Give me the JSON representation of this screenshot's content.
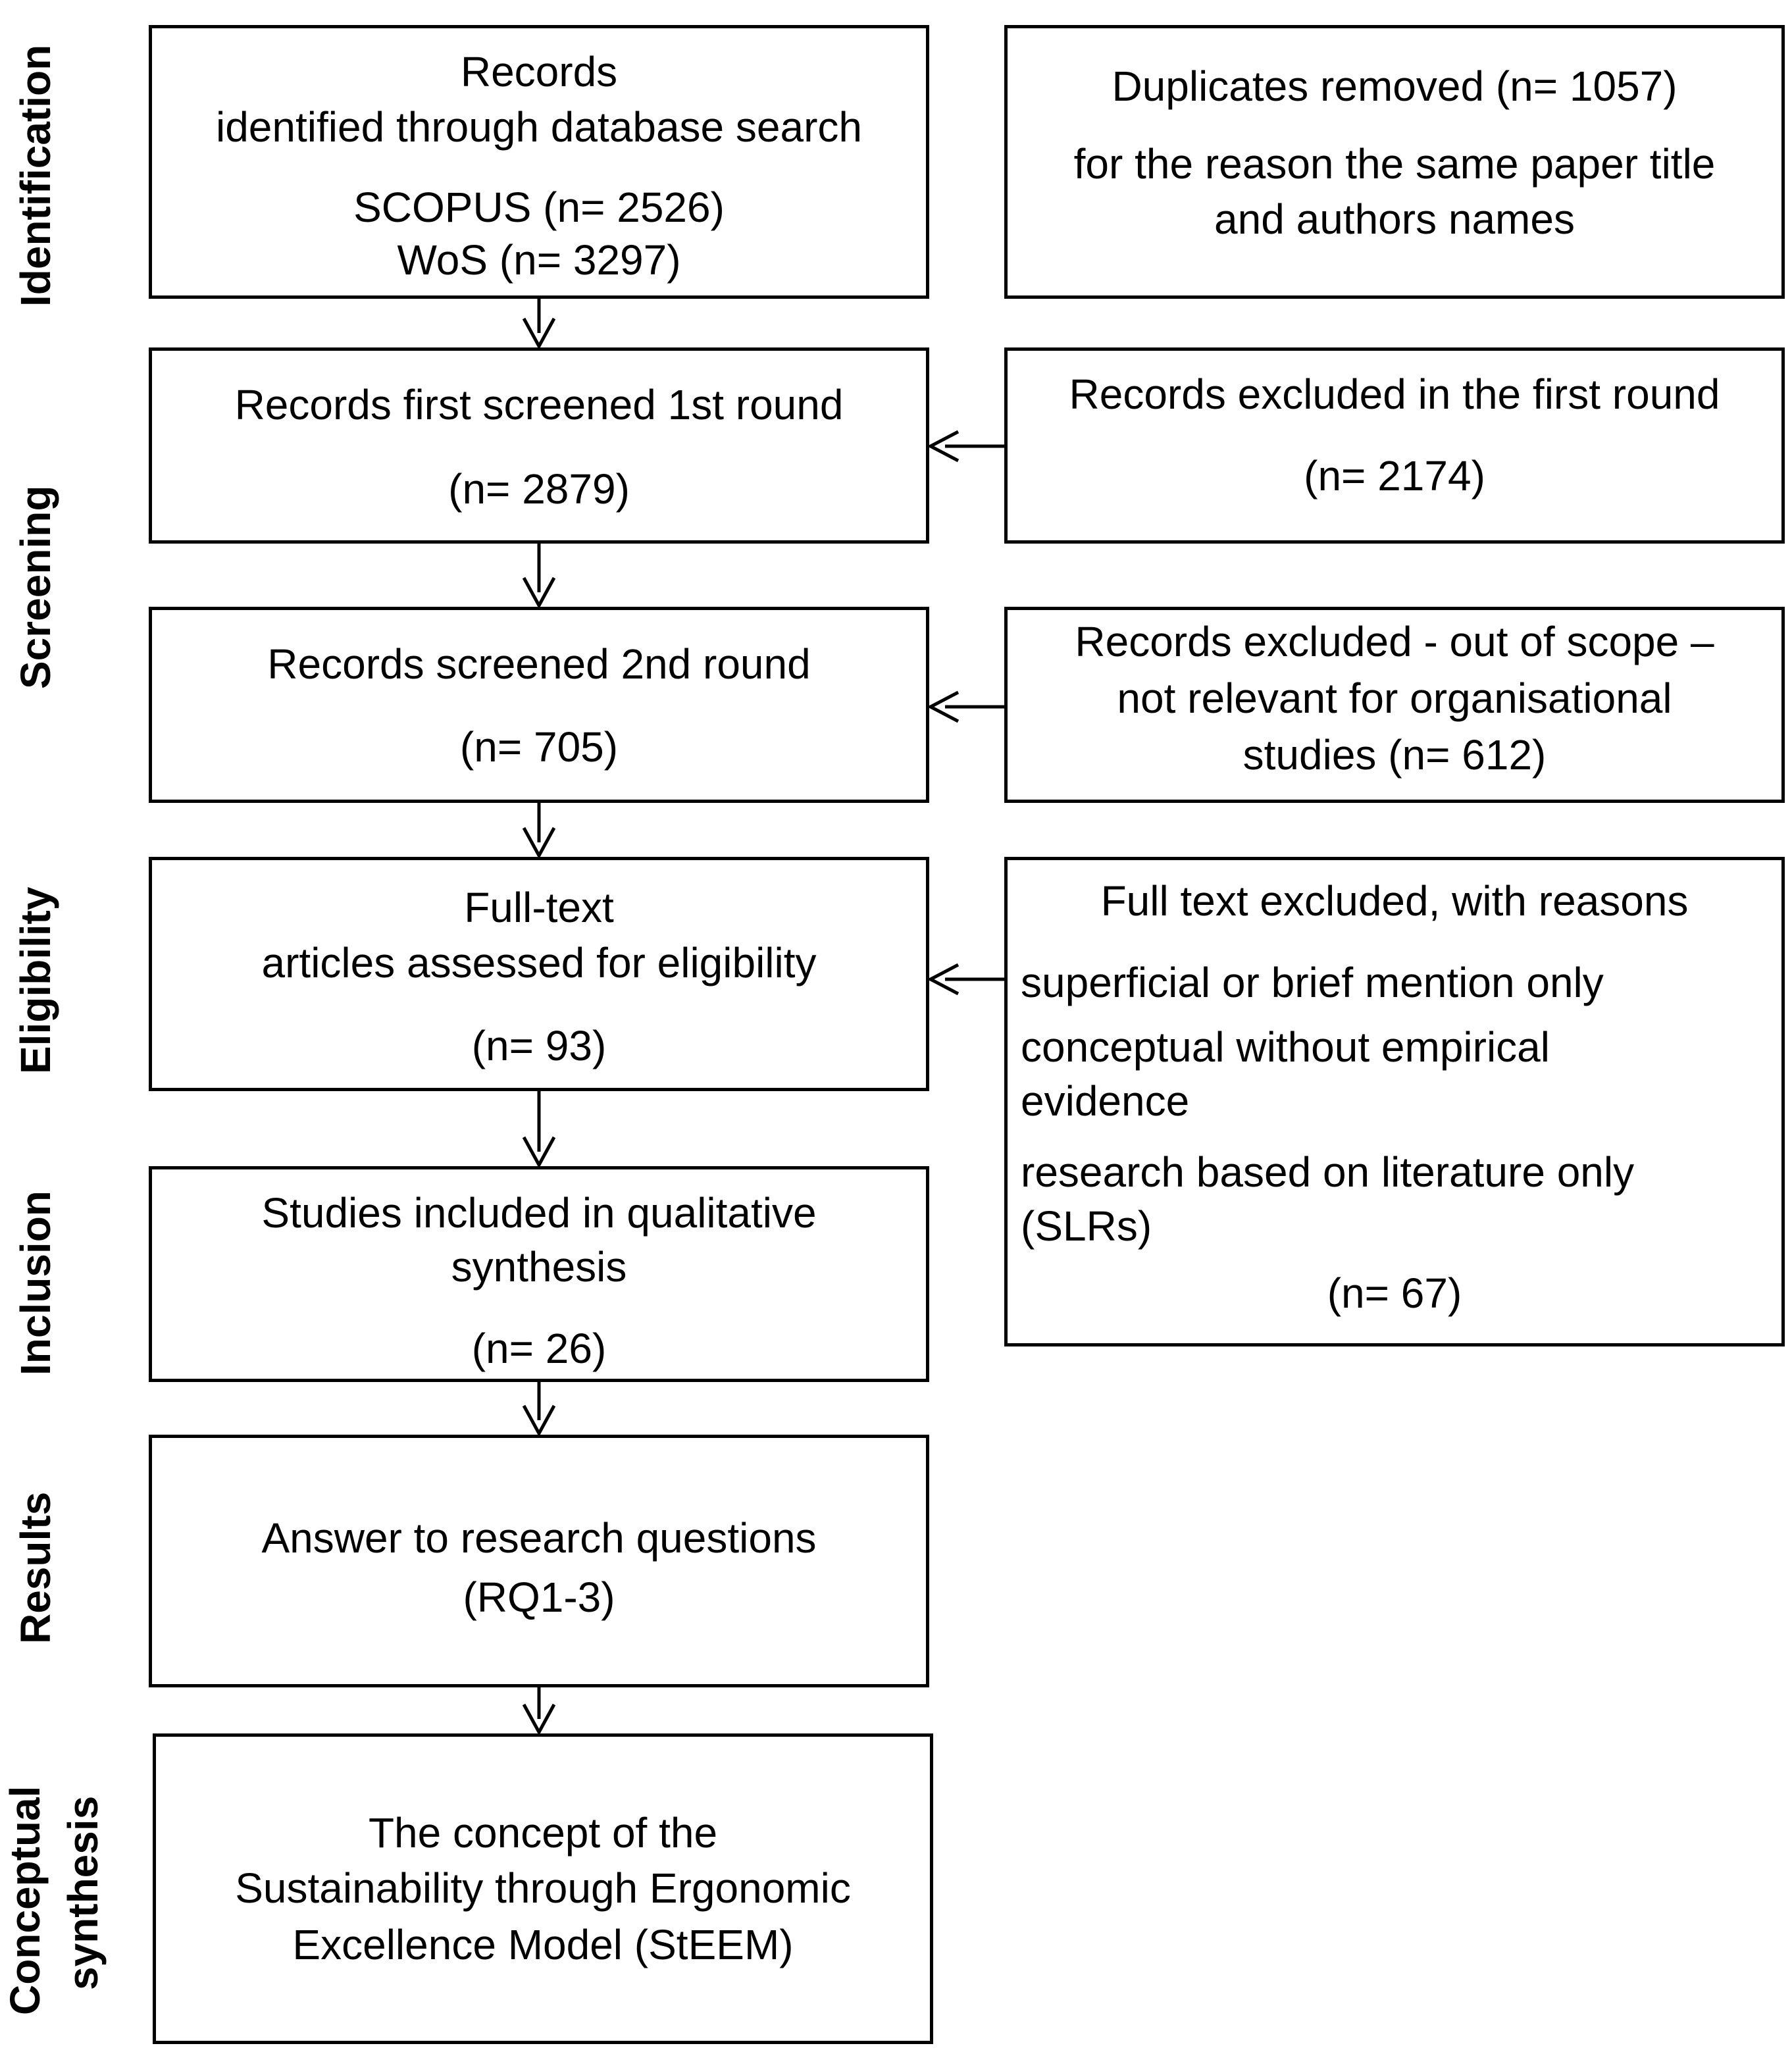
{
  "stages": {
    "identification": "Identification",
    "screening": "Screening",
    "eligibility": "Eligibility",
    "inclusion": "Inclusion",
    "results": "Results",
    "conceptual_1": "Conceptual",
    "conceptual_2": "synthesis"
  },
  "boxes": {
    "identified": {
      "line1": "Records",
      "line2": "identified through database search",
      "line3": "SCOPUS (n= 2526)",
      "line4": "WoS (n= 3297)"
    },
    "duplicates": {
      "line1": "Duplicates removed (n= 1057)",
      "line2": "for the reason the same paper title",
      "line3": "and authors names"
    },
    "first_round": {
      "line1": "Records first screened 1st round",
      "line2": "(n= 2879)"
    },
    "excluded_first": {
      "line1": "Records excluded in the first round",
      "line2": "(n= 2174)"
    },
    "second_round": {
      "line1": "Records screened 2nd round",
      "line2": "(n= 705)"
    },
    "excluded_scope": {
      "line1": "Records excluded - out of scope –",
      "line2": "not relevant for organisational",
      "line3": "studies (n= 612)"
    },
    "fulltext": {
      "line1": "Full-text",
      "line2": "articles assessed for eligibility",
      "line3": "(n= 93)"
    },
    "excluded_fulltext": {
      "title": "Full text excluded, with reasons",
      "reason1": "superficial or brief mention only",
      "reason2a": "conceptual without empirical",
      "reason2b": "evidence",
      "reason3a": "research based on literature only",
      "reason3b": "(SLRs)",
      "count": "(n= 67)"
    },
    "included": {
      "line1": "Studies included in qualitative",
      "line2": "synthesis",
      "line3": "(n= 26)"
    },
    "results": {
      "line1": "Answer to research questions",
      "line2": "(RQ1-3)"
    },
    "concept": {
      "line1": "The concept of the",
      "line2": "Sustainability through Ergonomic",
      "line3": "Excellence Model (StEEM)"
    }
  }
}
